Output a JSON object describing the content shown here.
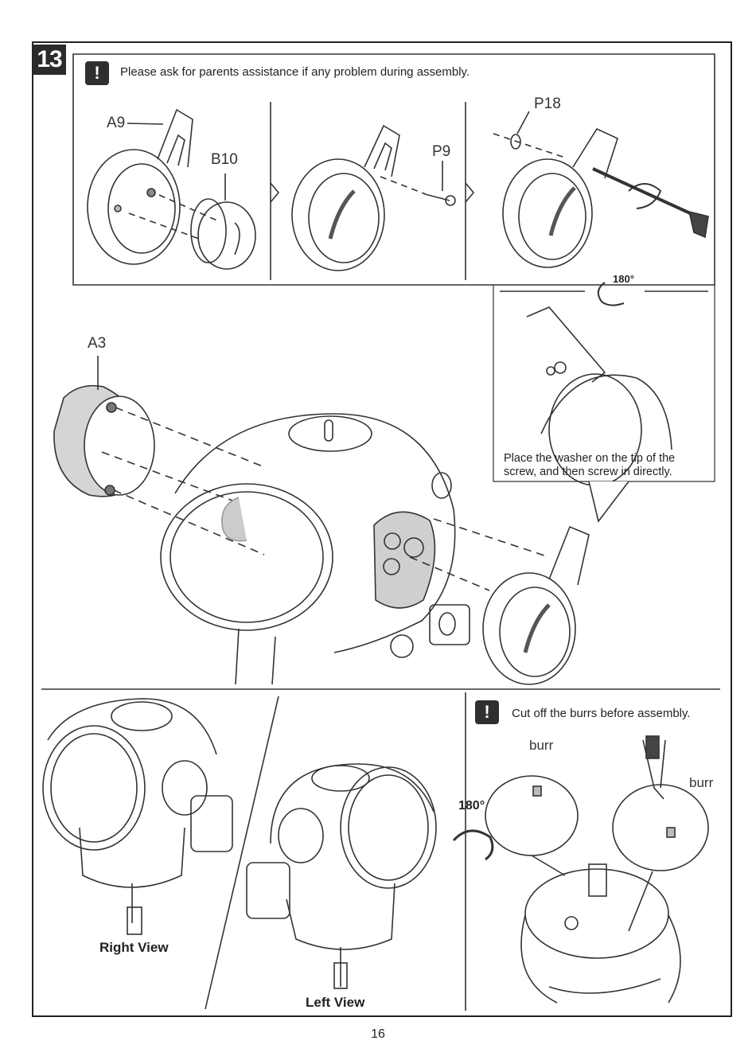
{
  "step": {
    "number": "13"
  },
  "warnings": {
    "top": {
      "icon": "exclamation-icon",
      "symbol": "!",
      "text": "Please ask for parents assistance if any problem during assembly."
    },
    "burr": {
      "icon": "exclamation-icon",
      "symbol": "!",
      "text": "Cut off the burrs before assembly."
    }
  },
  "parts": {
    "a9": "A9",
    "b10": "B10",
    "p9": "P9",
    "p18": "P18",
    "a3": "A3"
  },
  "rotation": {
    "label": "180°"
  },
  "callout": {
    "line1": "Place the washer on the tip of the",
    "line2": "screw, and then screw in directly."
  },
  "views": {
    "right": "Right View",
    "left": "Left View"
  },
  "burr_labels": {
    "first": "burr",
    "second": "burr"
  },
  "footer": {
    "page_number": "16"
  }
}
